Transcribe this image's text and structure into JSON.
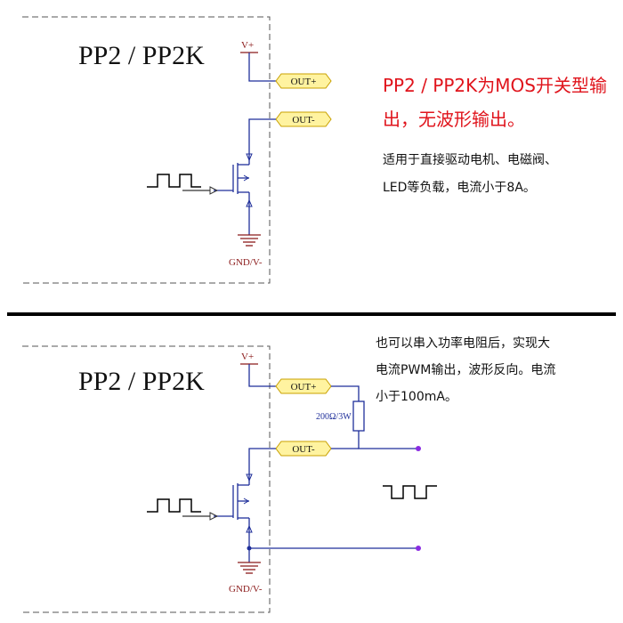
{
  "colors": {
    "wire": "#1f2f9a",
    "label_red": "#8b1a1a",
    "highlight_red": "#e0141c",
    "port_fill": "#fff3a0",
    "port_stroke": "#c8a000",
    "terminal": "#8a2be2"
  },
  "panel_top": {
    "title": "PP2 / PP2K",
    "vplus": "V+",
    "out_plus": "OUT+",
    "out_minus": "OUT-",
    "gnd": "GND/V-",
    "heading": "PP2 / PP2K为MOS开关型输出，无波形输出。",
    "note_line1": "适用于直接驱动电机、电磁阀、",
    "note_line2": "LED等负载，电流小于8A。"
  },
  "panel_bottom": {
    "title": "PP2 / PP2K",
    "vplus": "V+",
    "out_plus": "OUT+",
    "out_minus": "OUT-",
    "gnd": "GND/V-",
    "resistor": "200Ω/3W",
    "note_line1": "也可以串入功率电阻后，实现大",
    "note_line2": "电流PWM输出，波形反向。电流",
    "note_line3": "小于100mA。"
  }
}
